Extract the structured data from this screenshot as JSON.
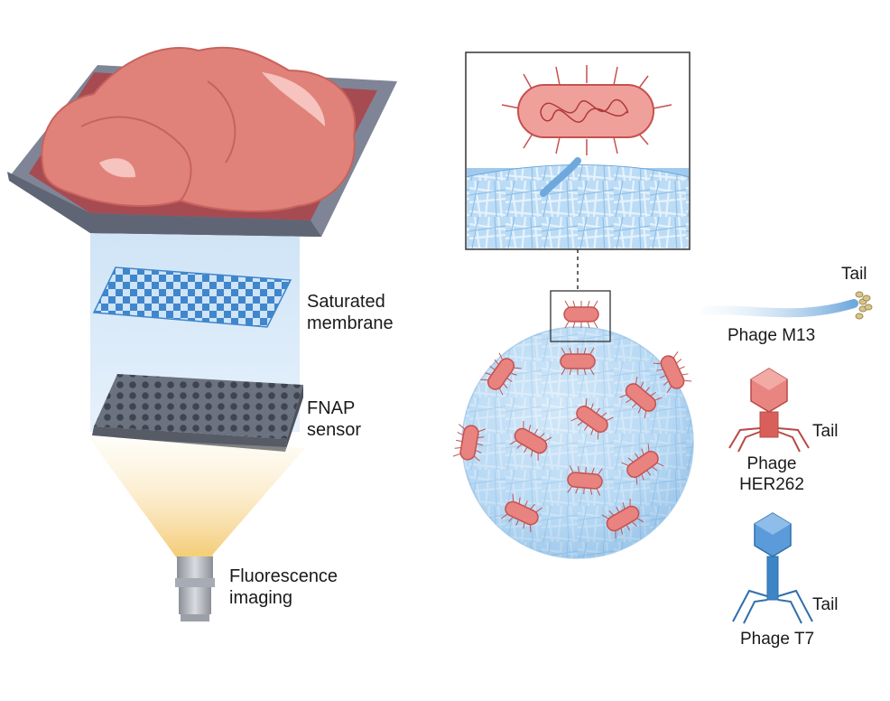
{
  "labels": {
    "saturated_membrane": [
      "Saturated",
      "membrane"
    ],
    "fnap_sensor": [
      "FNAP",
      "sensor"
    ],
    "fluorescence_imaging": [
      "Fluorescence",
      "imaging"
    ],
    "tail": "Tail",
    "phage_m13": "Phage M13",
    "phage_her262": [
      "Phage",
      "HER262"
    ],
    "phage_t7": "Phage T7"
  },
  "colors": {
    "meat": "#e0827a",
    "meat_dark": "#c8625c",
    "tray": "#7d8494",
    "tray_dark": "#5f6575",
    "tray_inner": "#a2404a",
    "beam": "#d6e9f7",
    "membrane": "#4a90d0",
    "sensor": "#6b7280",
    "light_cone": "#f5d48a",
    "bacteria": "#e8837f",
    "bacteria_outline": "#c4514f",
    "fiber": "#7bb8e6",
    "sphere": "#bcdcf5",
    "phage_m13": "#6fa8dc",
    "phage_her262": "#d9605a",
    "phage_t7": "#3d85c6"
  }
}
